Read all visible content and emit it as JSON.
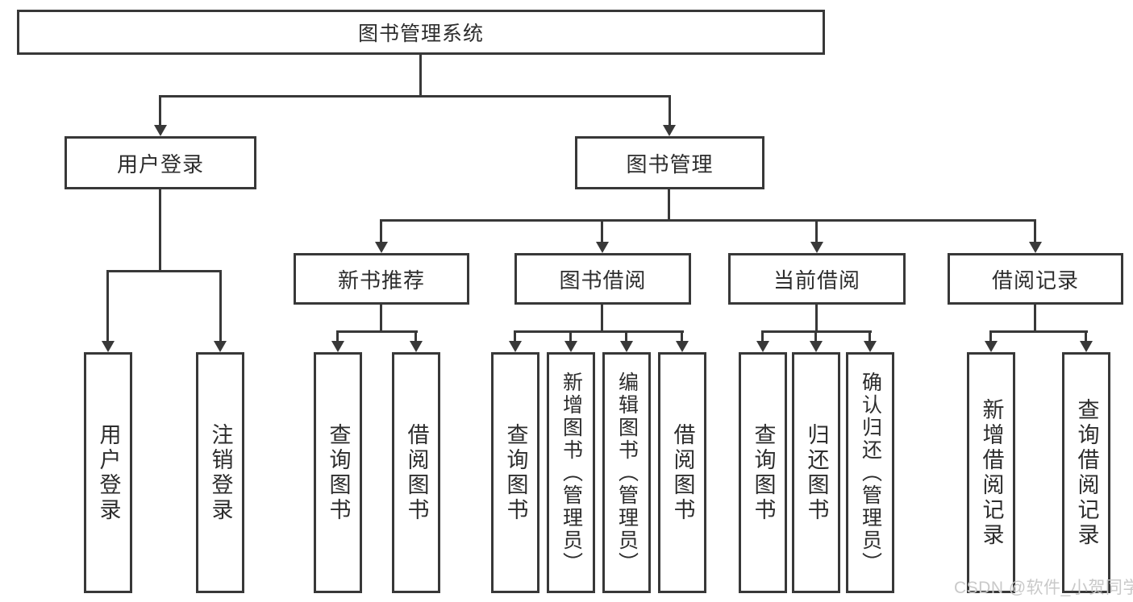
{
  "diagram": {
    "title": "图书管理系统",
    "root": {
      "label": "图书管理系统"
    },
    "level2": {
      "user_login": {
        "label": "用户登录"
      },
      "book_mgmt": {
        "label": "图书管理"
      }
    },
    "level3": {
      "new_book": {
        "label": "新书推荐"
      },
      "book_borrow": {
        "label": "图书借阅"
      },
      "current_borrow": {
        "label": "当前借阅"
      },
      "borrow_record": {
        "label": "借阅记录"
      }
    },
    "leaves": {
      "user_login": [
        "用户登录",
        "注销登录"
      ],
      "new_book": [
        "查询图书",
        "借阅图书"
      ],
      "book_borrow": [
        "查询图书",
        "新增图书（管理员）",
        "编辑图书（管理员）",
        "借阅图书"
      ],
      "current_borrow": [
        "查询图书",
        "归还图书",
        "确认归还（管理员）"
      ],
      "borrow_record": [
        "新增借阅记录",
        "查询借阅记录"
      ]
    },
    "colors": {
      "line": "#383838",
      "text": "#2d2d2d",
      "background": "#ffffff",
      "watermark": "#c9c9c9"
    }
  },
  "watermark": {
    "text": "CSDN @软件_小贺同学"
  }
}
